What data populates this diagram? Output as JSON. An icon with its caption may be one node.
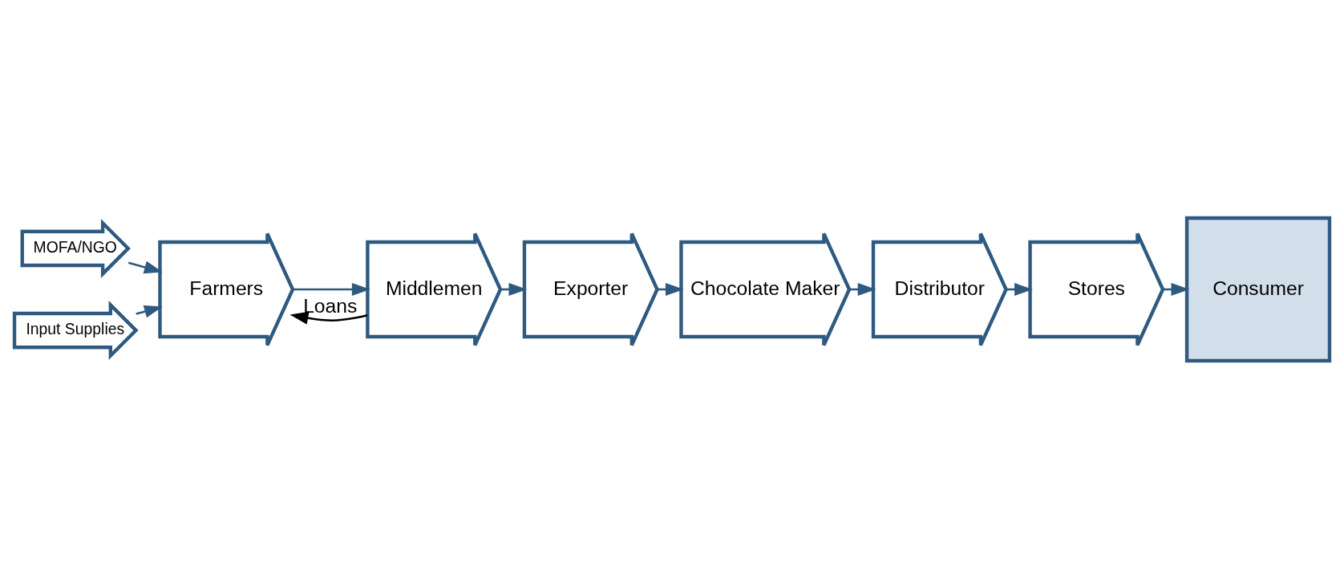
{
  "diagram": {
    "nodes": [
      {
        "text": [
          "Farmers"
        ]
      },
      {
        "text": [
          "Middlemen"
        ]
      },
      {
        "text": [
          "Exporter"
        ]
      },
      {
        "text": [
          "Chocolate Maker"
        ]
      },
      {
        "text": [
          "Distributor"
        ]
      },
      {
        "text": [
          "Stores"
        ]
      },
      {
        "text": [
          "Consumer"
        ]
      },
      {
        "text": [
          "MOFA/NGO"
        ]
      },
      {
        "text": [
          "Input Supplies"
        ]
      }
    ],
    "edges": [
      {
        "from": 0,
        "to": 1,
        "arrow": "to"
      },
      {
        "from": 1,
        "to": 2,
        "arrow": "to"
      },
      {
        "from": 2,
        "to": 3,
        "arrow": "to"
      },
      {
        "from": 3,
        "to": 4,
        "arrow": "to"
      },
      {
        "from": 4,
        "to": 5,
        "arrow": "to"
      },
      {
        "from": 5,
        "to": 6,
        "arrow": "to"
      },
      {
        "from": 7,
        "to": 0,
        "arrow": "to"
      },
      {
        "from": 8,
        "to": 0,
        "arrow": "to"
      },
      {
        "from": 1,
        "to": 0,
        "arrow": "to",
        "label": "Loans",
        "color": "#000000"
      }
    ]
  }
}
